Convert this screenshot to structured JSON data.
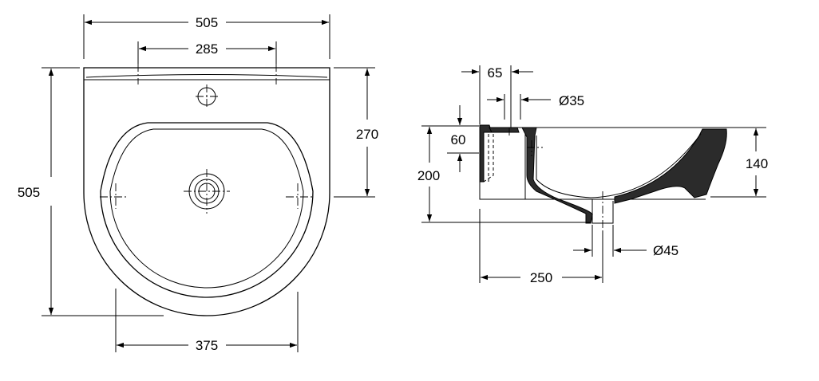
{
  "front_view": {
    "overall_width": "505",
    "tap_hole_spacing": "285",
    "overall_depth": "505",
    "bowl_depth_to_wall": "270",
    "bowl_width": "375"
  },
  "side_view": {
    "rim_offset": "65",
    "tap_hole_dia": "Ø35",
    "back_height": "60",
    "total_height": "200",
    "front_height": "140",
    "waste_dia": "Ø45",
    "waste_offset": "250"
  }
}
